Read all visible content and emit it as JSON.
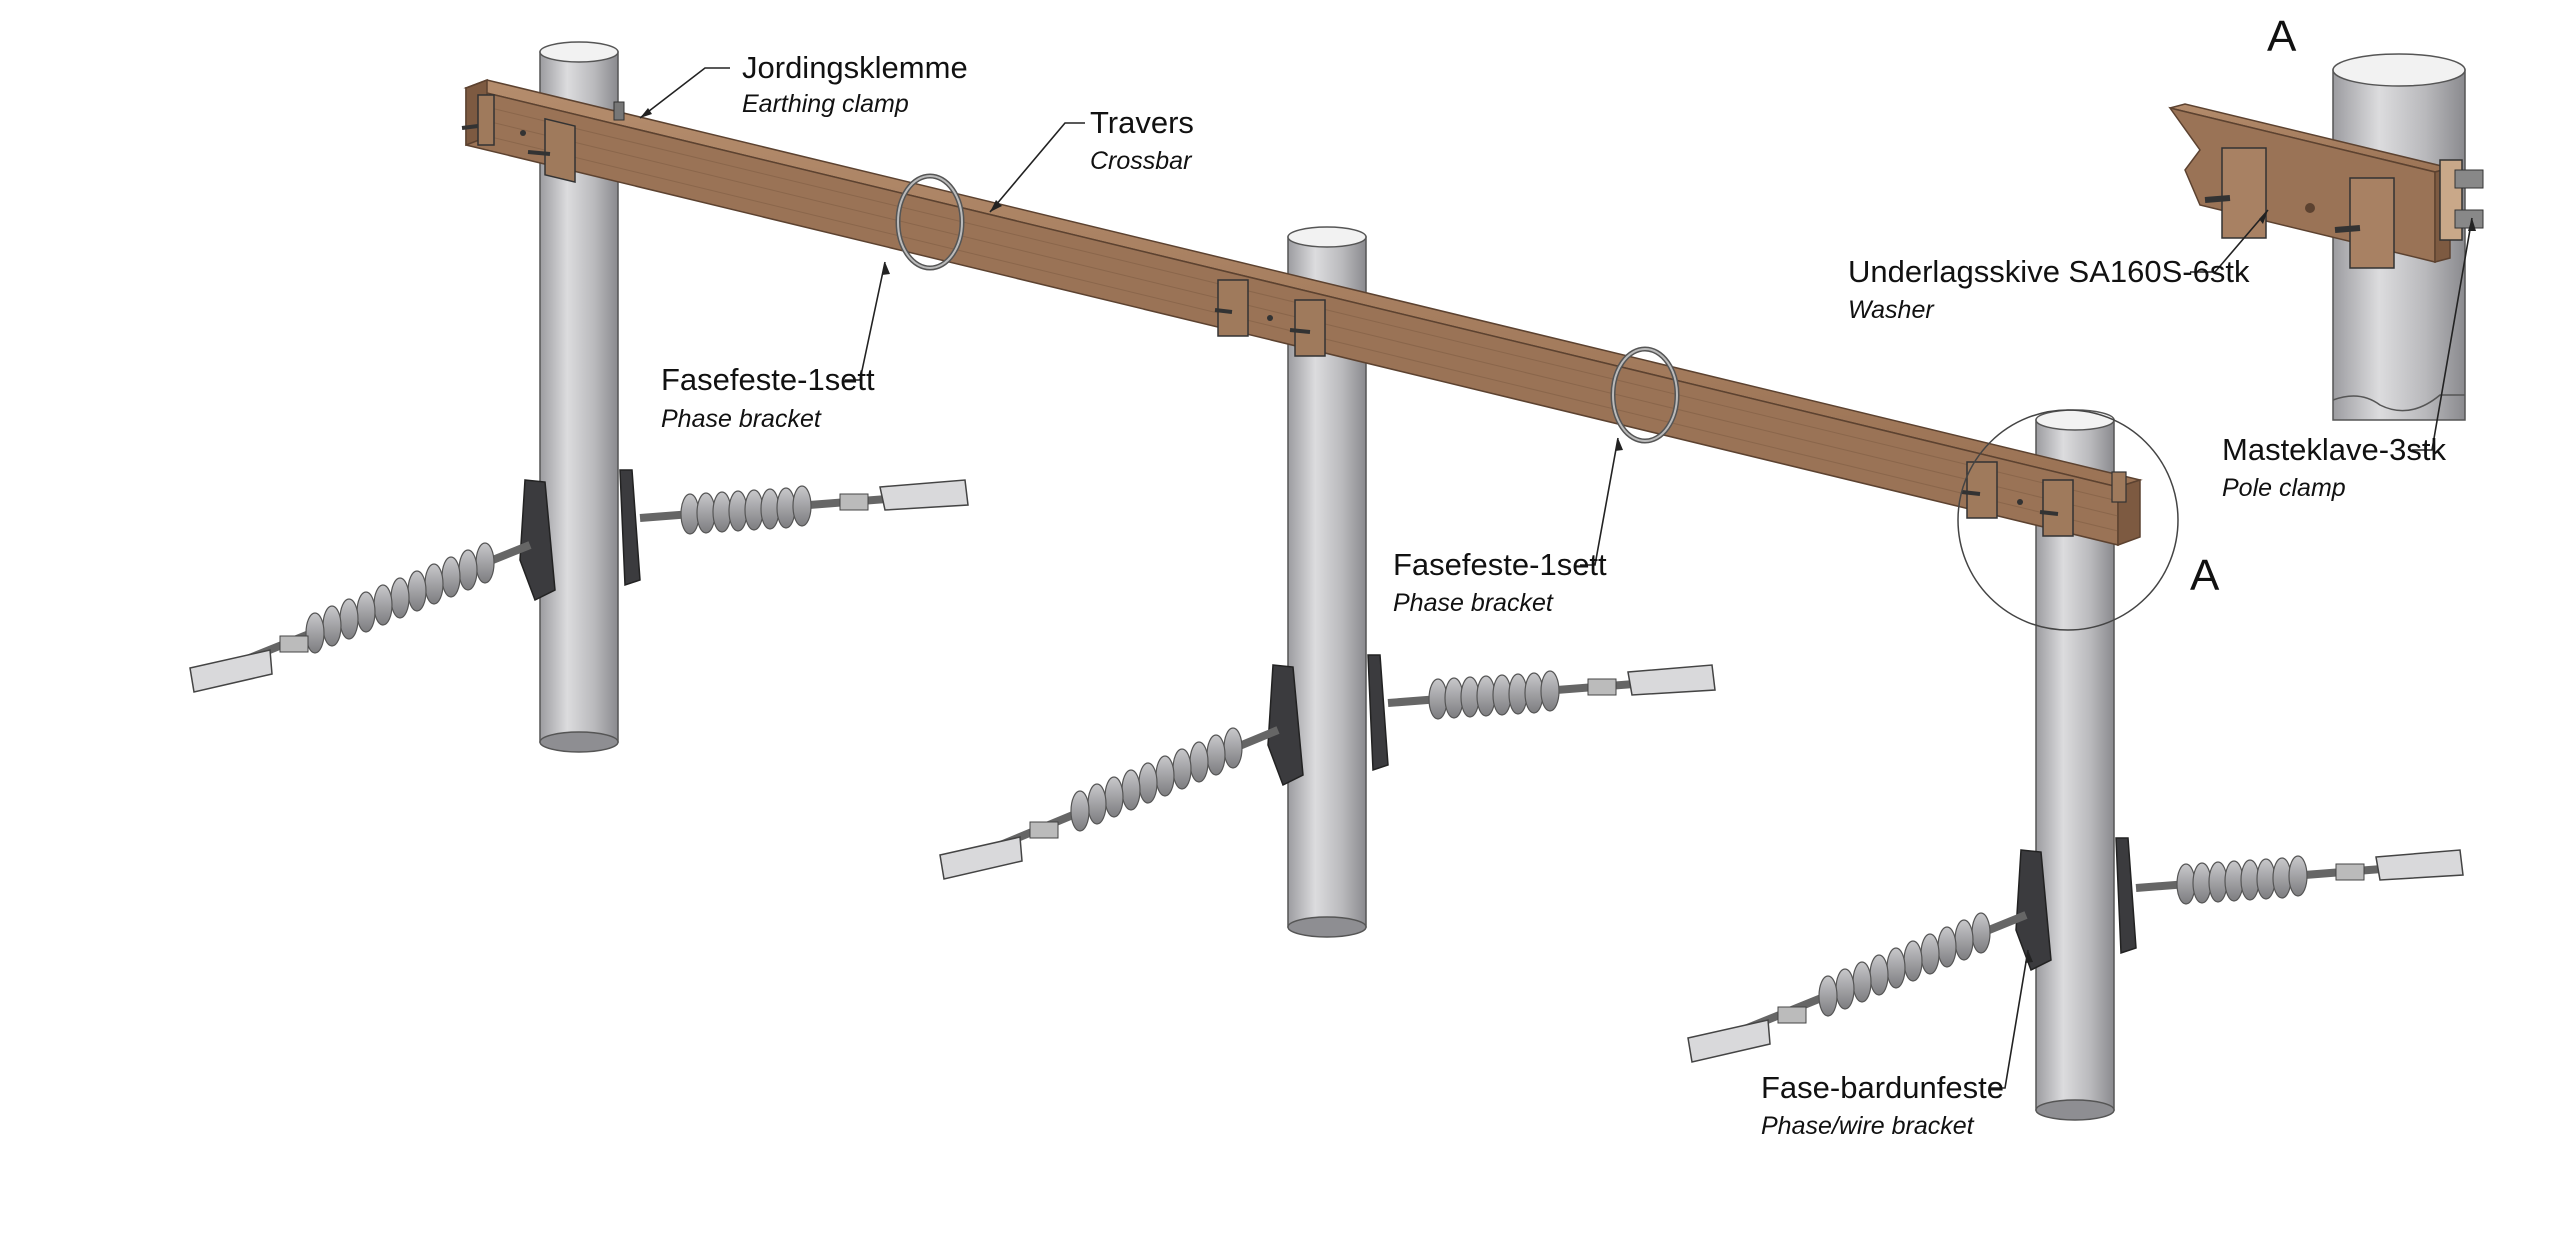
{
  "colors": {
    "background": "#ffffff",
    "wood": "#a0785a",
    "wood_dark": "#6e4f38",
    "pole": "#c9c9cb",
    "pole_dark": "#8e8e92",
    "insulator": "#a7a7aa",
    "bracket": "#3b3b3e",
    "text": "#111111"
  },
  "labels": {
    "earthing_clamp": {
      "main": "Jordingsklemme",
      "sub": "Earthing clamp"
    },
    "crossbar": {
      "main": "Travers",
      "sub": "Crossbar"
    },
    "phase_bracket_left": {
      "main": "Fasefeste-1sett",
      "sub": "Phase bracket"
    },
    "phase_bracket_right": {
      "main": "Fasefeste-1sett",
      "sub": "Phase bracket"
    },
    "phase_wire_bracket": {
      "main": "Fase-bardunfeste",
      "sub": "Phase/wire bracket"
    },
    "washer": {
      "main": "Underlagsskive SA160S-6stk",
      "sub": "Washer"
    },
    "pole_clamp": {
      "main": "Masteklave-3stk",
      "sub": "Pole clamp"
    }
  },
  "detail": {
    "view_label_top": "A",
    "view_label_callout": "A"
  }
}
